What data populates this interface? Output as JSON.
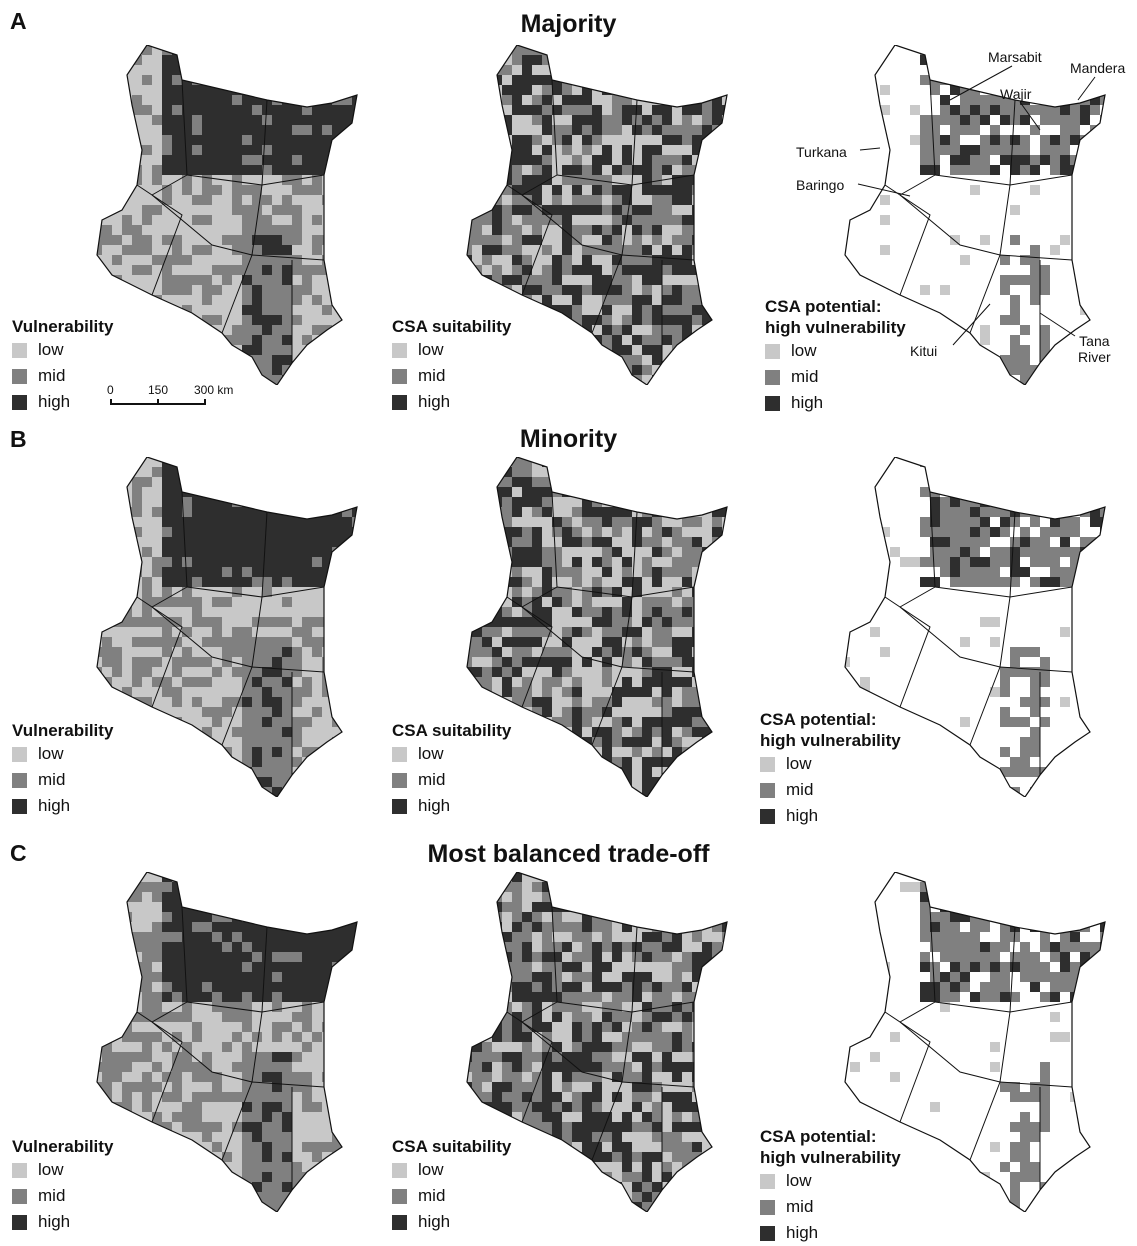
{
  "colors": {
    "low": "#c8c8c8",
    "mid": "#808080",
    "high": "#2e2e2e",
    "none": "#ffffff",
    "outline": "#111111"
  },
  "rows": [
    {
      "letter": "A",
      "title": "Majority",
      "maps": [
        {
          "legend_title": "Vulnerability",
          "legend_title2": "",
          "levels": [
            "low",
            "mid",
            "high"
          ]
        },
        {
          "legend_title": "CSA suitability",
          "legend_title2": "",
          "levels": [
            "low",
            "mid",
            "high"
          ]
        },
        {
          "legend_title": "CSA potential:",
          "legend_title2": "high vulnerability",
          "levels": [
            "low",
            "mid",
            "high"
          ]
        }
      ]
    },
    {
      "letter": "B",
      "title": "Minority",
      "maps": [
        {
          "legend_title": "Vulnerability",
          "legend_title2": "",
          "levels": [
            "low",
            "mid",
            "high"
          ]
        },
        {
          "legend_title": "CSA suitability",
          "legend_title2": "",
          "levels": [
            "low",
            "mid",
            "high"
          ]
        },
        {
          "legend_title": "CSA potential:",
          "legend_title2": "high vulnerability",
          "levels": [
            "low",
            "mid",
            "high"
          ]
        }
      ]
    },
    {
      "letter": "C",
      "title": "Most balanced trade-off",
      "maps": [
        {
          "legend_title": "Vulnerability",
          "legend_title2": "",
          "levels": [
            "low",
            "mid",
            "high"
          ]
        },
        {
          "legend_title": "CSA suitability",
          "legend_title2": "",
          "levels": [
            "low",
            "mid",
            "high"
          ]
        },
        {
          "legend_title": "CSA potential:",
          "legend_title2": "high vulnerability",
          "levels": [
            "low",
            "mid",
            "high"
          ]
        }
      ]
    }
  ],
  "scalebar": {
    "labels": [
      "0",
      "150",
      "300 km"
    ]
  },
  "county_labels": {
    "marsabit": "Marsabit",
    "mandera": "Mandera",
    "wajir": "Wajir",
    "turkana": "Turkana",
    "baringo": "Baringo",
    "kitui": "Kitui",
    "tana_river_1": "Tana",
    "tana_river_2": "River"
  }
}
